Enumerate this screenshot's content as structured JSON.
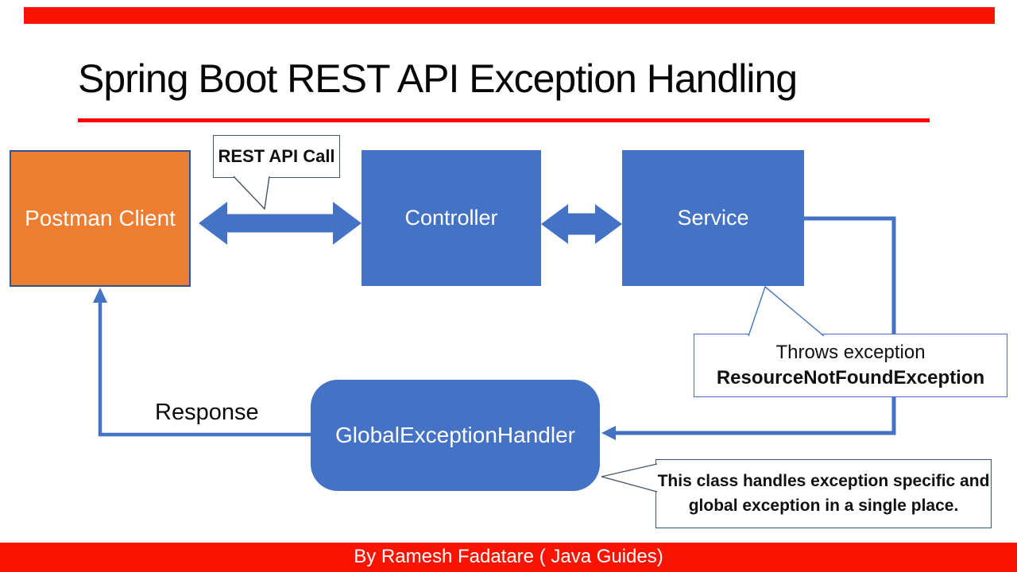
{
  "slide": {
    "title": "Spring Boot REST API Exception Handling",
    "footer_credit": "By Ramesh Fadatare ( Java Guides)"
  },
  "nodes": {
    "postman": {
      "label": "Postman Client"
    },
    "controller": {
      "label": "Controller"
    },
    "service": {
      "label": "Service"
    },
    "handler": {
      "label": "GlobalExceptionHandler"
    }
  },
  "callouts": {
    "rest_api_call": {
      "label": "REST API Call"
    },
    "throws": {
      "line1": "Throws exception",
      "line2": "ResourceNotFoundException"
    },
    "handles": {
      "line1": "This class handles exception specific and",
      "line2": "global exception in a single place."
    }
  },
  "labels": {
    "response": "Response"
  },
  "colors": {
    "accent_blue": "#4472c4",
    "accent_orange": "#ed7d31",
    "band_red": "#fa1400",
    "rule_red": "#ff0000",
    "callout_border": "#44546a",
    "box_border": "#2f5597"
  }
}
